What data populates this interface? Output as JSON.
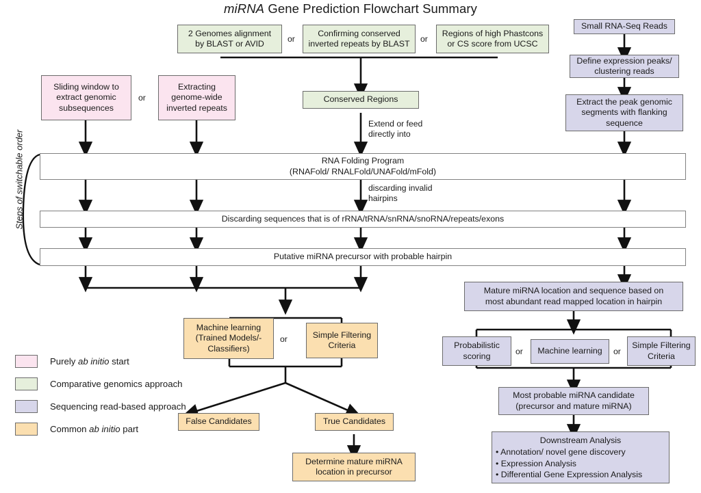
{
  "title": {
    "prefix": "miRNA",
    "rest": " Gene Prediction Flowchart Summary"
  },
  "legend": {
    "items": [
      {
        "color": "#fbe4ef",
        "pre": "Purely ",
        "em": "ab initio",
        "post": " start",
        "name": "purely-ab-initio-start"
      },
      {
        "color": "#e6efdc",
        "pre": "Comparative genomics approach",
        "em": "",
        "post": "",
        "name": "comparative-genomics-approach"
      },
      {
        "color": "#d7d6ea",
        "pre": "Sequencing read-based approach",
        "em": "",
        "post": "",
        "name": "sequencing-read-based-approach"
      },
      {
        "color": "#fbdfb0",
        "pre": "Common ",
        "em": "ab initio",
        "post": " part",
        "name": "common-ab-initio-part"
      }
    ]
  },
  "bracket_label": "Steps of switchable order",
  "or_labels": {
    "a": "or",
    "b": "or",
    "c": "or",
    "d": "or",
    "e": "or",
    "f": "or"
  },
  "edge_labels": {
    "extend_or_feed": "Extend or feed\ndirectly into",
    "discarding_invalid": "discarding invalid\nhairpins"
  },
  "nodes": {
    "two_genomes": "2 Genomes alignment\nby BLAST or AVID",
    "confirming_inverted": "Confirming conserved\ninverted repeats by BLAST",
    "phastcons": "Regions of high Phastcons\nor CS score from UCSC",
    "small_rna_seq": "Small RNA-Seq Reads",
    "define_peaks": "Define expression peaks/\nclustering reads",
    "extract_peak": "Extract the peak genomic\nsegments with flanking\nsequence",
    "sliding_window": "Sliding window to\nextract genomic\nsubsequences",
    "extracting_ir": "Extracting\ngenome-wide\ninverted repeats",
    "conserved_regions": "Conserved Regions",
    "rna_folding": "RNA Folding Program\n(RNAFold/ RNALFold/UNAFold/mFold)",
    "discarding_seq": "Discarding sequences that is of rRNA/tRNA/snRNA/snoRNA/repeats/exons",
    "putative_precursor": "Putative miRNA precursor with probable hairpin",
    "machine_learning_left": "Machine learning\n(Trained Models/-\nClassifiers)",
    "simple_filtering_left": "Simple Filtering\nCriteria",
    "false_candidates": "False Candidates",
    "true_candidates": "True Candidates",
    "determine_mature": "Determine mature miRNA\nlocation in precursor",
    "mature_location": "Mature miRNA location and sequence based on\nmost abundant read mapped location in hairpin",
    "probabilistic_scoring": "Probabilistic\nscoring",
    "machine_learning_right": "Machine learning",
    "simple_filtering_right": "Simple Filtering\nCriteria",
    "most_probable": "Most probable miRNA candidate\n(precursor and mature miRNA)",
    "downstream_heading": "Downstream Analysis",
    "downstream_b1": "• Annotation/ novel gene discovery",
    "downstream_b2": "• Expression Analysis",
    "downstream_b3": "• Differential Gene Expression Analysis"
  }
}
